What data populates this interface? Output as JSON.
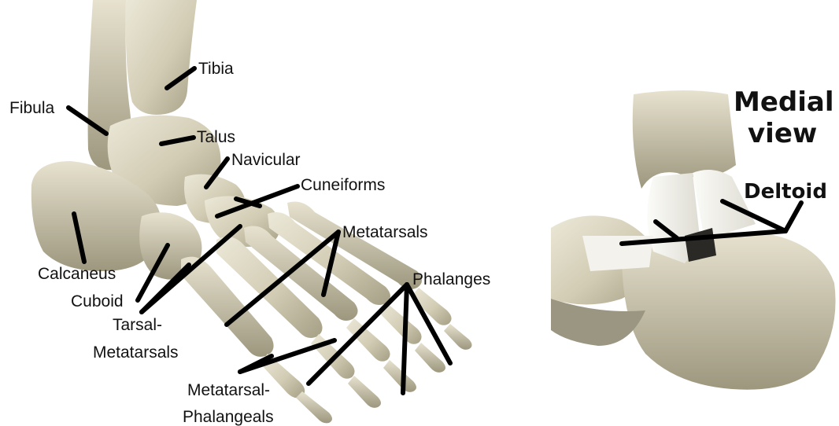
{
  "left_figure": {
    "labels": {
      "tibia": "Tibia",
      "fibula": "Fibula",
      "talus": "Talus",
      "navicular": "Navicular",
      "cuneiforms": "Cuneiforms",
      "metatarsals": "Metatarsals",
      "phalanges": "Phalanges",
      "calcaneus": "Calcaneus",
      "cuboid": "Cuboid",
      "tarsal_metatarsals_line1": "Tarsal-",
      "tarsal_metatarsals_line2": "Metatarsals",
      "metatarsal_phalangeals_line1": "Metatarsal-",
      "metatarsal_phalangeals_line2": "Phalangeals"
    }
  },
  "right_figure": {
    "title_line1": "Medial",
    "title_line2": "view",
    "deltoid": "Deltoid"
  },
  "colors": {
    "bone": "#d8d3bf",
    "bone_shadow": "#a9a389",
    "bone_dark": "#7d7864",
    "ligament": "#f1f0ea",
    "text": "#111111",
    "leader": "#000000"
  }
}
